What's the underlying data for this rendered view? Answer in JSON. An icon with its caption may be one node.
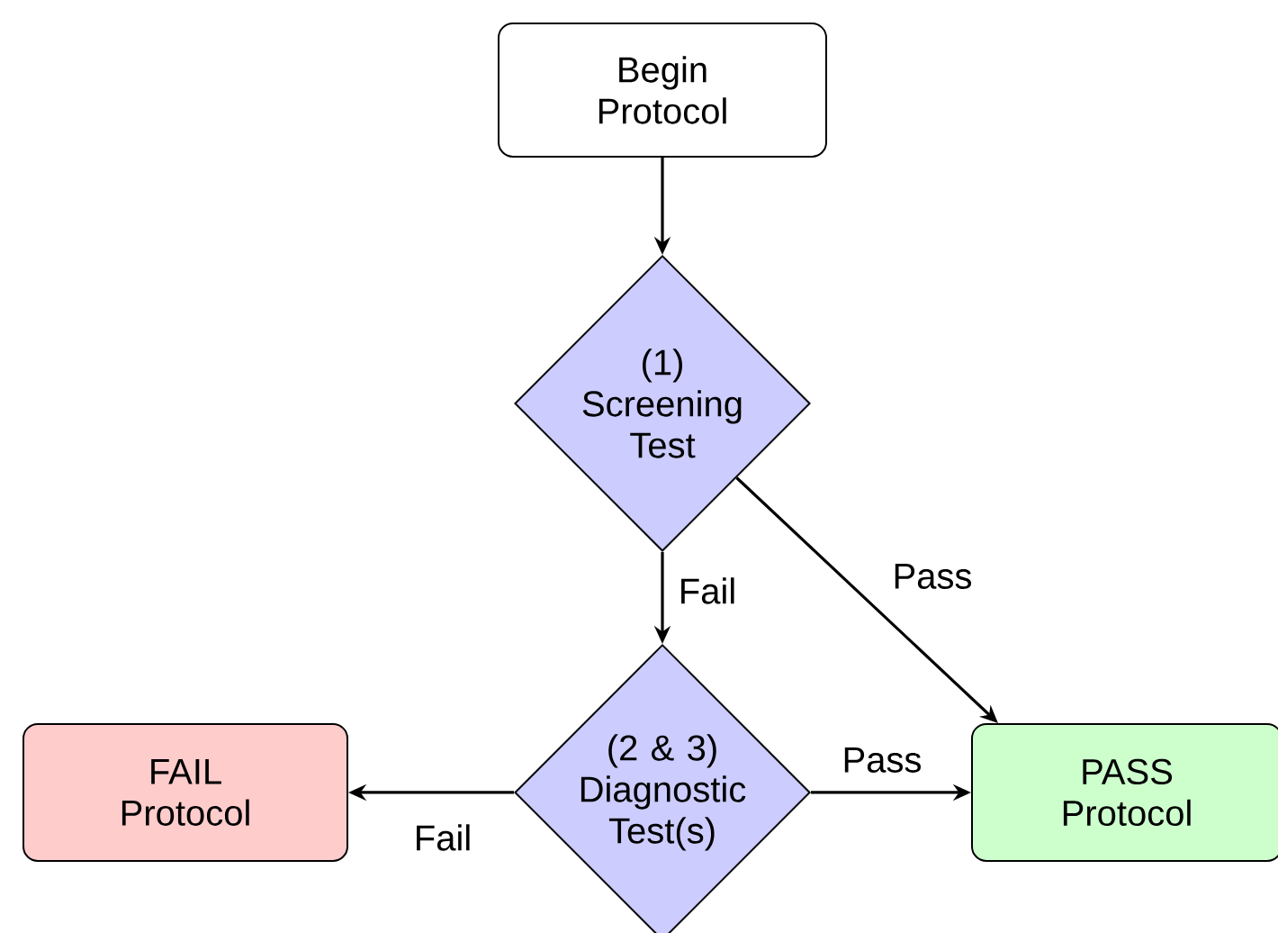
{
  "diagram": {
    "nodes": [
      {
        "text": [
          "Begin Protocol"
        ]
      },
      {
        "text": [
          "(1) Screening Test"
        ]
      },
      {
        "text": [
          "(2 & 3) Diagnostic Test(s)"
        ]
      },
      {
        "text": [
          "FAIL Protocol"
        ]
      },
      {
        "text": [
          "PASS Protocol"
        ]
      }
    ],
    "edges": [
      {
        "from": 0,
        "to": 1,
        "arrow": "to"
      },
      {
        "from": 1,
        "to": 2,
        "arrow": "to",
        "label": "Fail"
      },
      {
        "from": 1,
        "to": 4,
        "arrow": "to",
        "label": "Pass"
      },
      {
        "from": 2,
        "to": 4,
        "arrow": "to",
        "label": "Pass"
      },
      {
        "from": 2,
        "to": 3,
        "arrow": "to",
        "label": "Fail"
      }
    ]
  }
}
